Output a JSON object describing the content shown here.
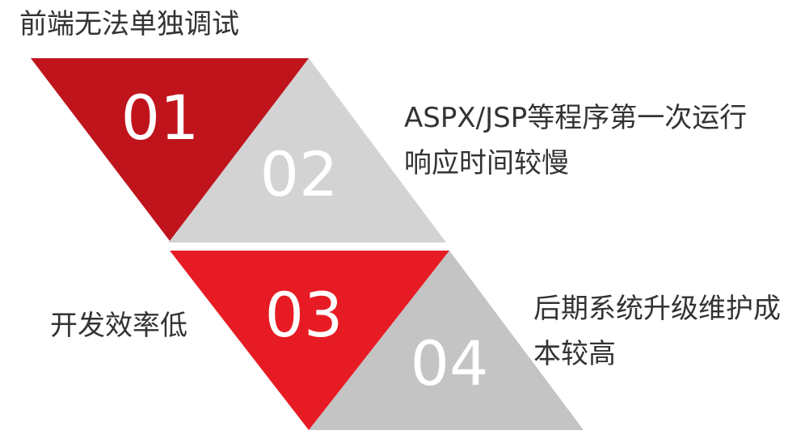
{
  "items": [
    {
      "number": "01",
      "text": "前端无法单独调试",
      "color": "#c0141d"
    },
    {
      "number": "02",
      "text": "ASPX/JSP等程序第一次运行\n响应时间较慢",
      "color": "#d3d3d3"
    },
    {
      "number": "03",
      "text": "开发效率低",
      "color": "#e71b24"
    },
    {
      "number": "04",
      "text": "后期系统升级维护成\n本较高",
      "color": "#c4c4c4"
    }
  ]
}
